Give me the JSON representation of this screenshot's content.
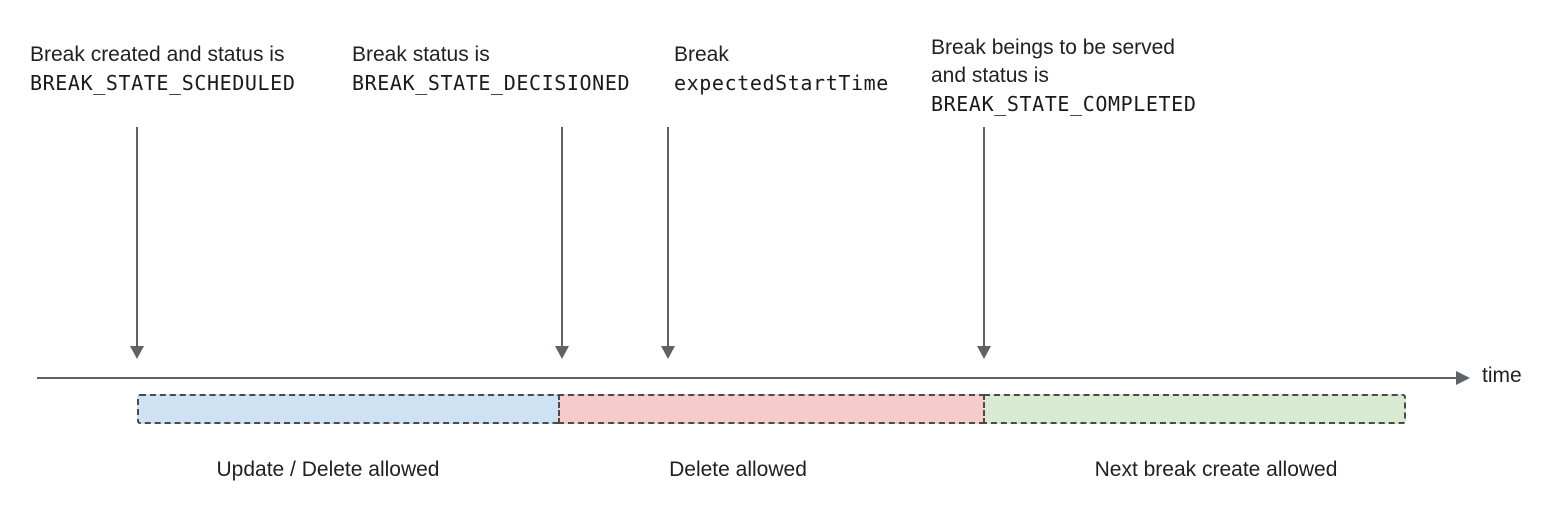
{
  "annotations": [
    {
      "line1": "Break created and status is",
      "code": "BREAK_STATE_SCHEDULED"
    },
    {
      "line1": "Break status is",
      "code": "BREAK_STATE_DECISIONED"
    },
    {
      "line1": "Break",
      "code": "expectedStartTime"
    },
    {
      "line1": "Break beings to be served",
      "line2": "and status is",
      "code": "BREAK_STATE_COMPLETED"
    }
  ],
  "timeline": {
    "axis_label": "time"
  },
  "segments": [
    {
      "label": "Update / Delete allowed",
      "fill": "#cfe2f3"
    },
    {
      "label": "Delete allowed",
      "fill": "#f4cccc"
    },
    {
      "label": "Next break create allowed",
      "fill": "#d9ead3"
    }
  ],
  "colors": {
    "arrow": "#5f6368",
    "bar_border": "#4a4a4a",
    "text": "#202124"
  }
}
